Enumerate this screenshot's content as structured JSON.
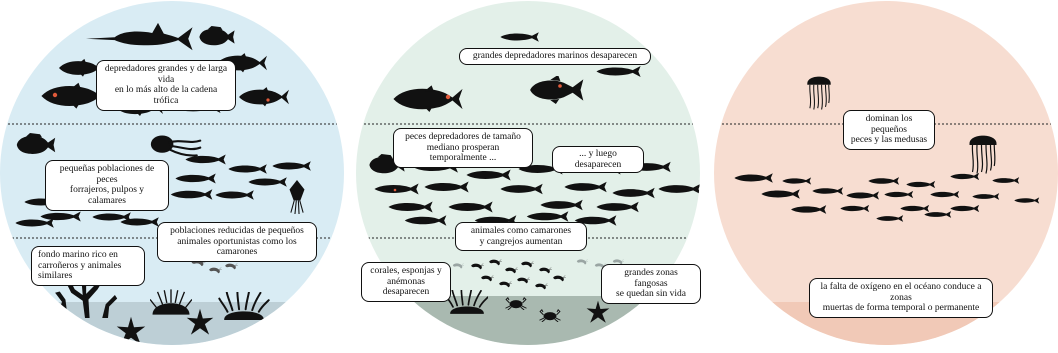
{
  "colors": {
    "panel_1_bg": "#d9ecf4",
    "panel_2_bg": "#e3f0e9",
    "panel_3_bg": "#f7ddd1",
    "seafloor_1": "#bdcfd6",
    "seafloor_2": "#a9b9b0",
    "seafloor_3": "#f1c9b7",
    "silhouette": "#111111",
    "faded_shrimp": "#9aa5a3",
    "fish_eye": "#e05a3a"
  },
  "panels": [
    {
      "top_label": "depredadores grandes y de larga vida\nen lo más alto de la cadena trófica",
      "middle_label": "pequeñas poblaciones de peces\nforrajeros, pulpos y calamares",
      "lower_label": "poblaciones reducidas de pequeños\nanimales oportunistas como los camarones",
      "bottom_label": "fondo marino rico en\ncarroñeros y animales similares"
    },
    {
      "top_label": "grandes depredadores marinos desaparecen",
      "middle_label": "peces depredadores de tamaño\nmediano prosperan temporalmente ...",
      "middle_right_label": "... y luego desaparecen",
      "lower_label": "animales como camarones\ny cangrejos aumentan",
      "bottom_left_label": "corales, esponjas y\nanémonas desaparecen",
      "bottom_right_label": "grandes zonas fangosas\nse quedan sin vida"
    },
    {
      "middle_label": "dominan los pequeños\npeces y las medusas",
      "bottom_label": "la falta de oxígeno en el océano conduce a zonas\nmuertas de forma temporal o permanente"
    }
  ]
}
